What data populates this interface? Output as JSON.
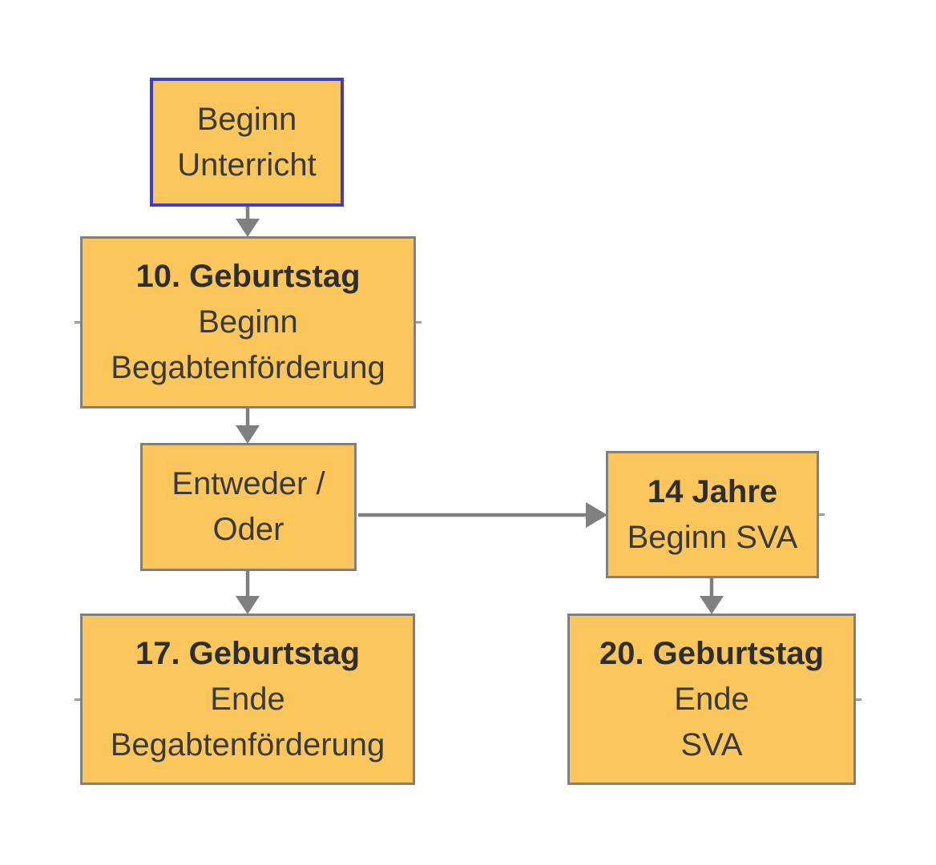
{
  "diagram": {
    "type": "flowchart",
    "colors": {
      "background": "#FFFFFF",
      "node_fill": "#FBC75C",
      "node_border": "#808080",
      "start_border": "#3E3EC8",
      "arrow": "#808080",
      "text": "#3A3A3A",
      "text_bold": "#2E2E2E"
    },
    "nodes": {
      "start": {
        "line1": "Beginn",
        "line2": "Unterricht"
      },
      "g10": {
        "line1": "10. Geburtstag",
        "line2": "Beginn",
        "line3": "Begabtenförderung"
      },
      "either": {
        "line1": "Entweder /",
        "line2": "Oder"
      },
      "j14": {
        "line1": "14 Jahre",
        "line2": "Beginn SVA"
      },
      "g17": {
        "line1": "17. Geburtstag",
        "line2": "Ende",
        "line3": "Begabtenförderung"
      },
      "g20": {
        "line1": "20. Geburtstag",
        "line2": "Ende",
        "line3": "SVA"
      }
    },
    "edges": [
      {
        "from": "Beginn Unterricht",
        "to": "10. Geburtstag Beginn Begabtenförderung",
        "direction": "down"
      },
      {
        "from": "10. Geburtstag Beginn Begabtenförderung",
        "to": "Entweder / Oder",
        "direction": "down"
      },
      {
        "from": "Entweder / Oder",
        "to": "17. Geburtstag Ende Begabtenförderung",
        "direction": "down"
      },
      {
        "from": "Entweder / Oder",
        "to": "14 Jahre Beginn SVA",
        "direction": "right"
      },
      {
        "from": "14 Jahre Beginn SVA",
        "to": "20. Geburtstag Ende SVA",
        "direction": "down"
      }
    ]
  }
}
